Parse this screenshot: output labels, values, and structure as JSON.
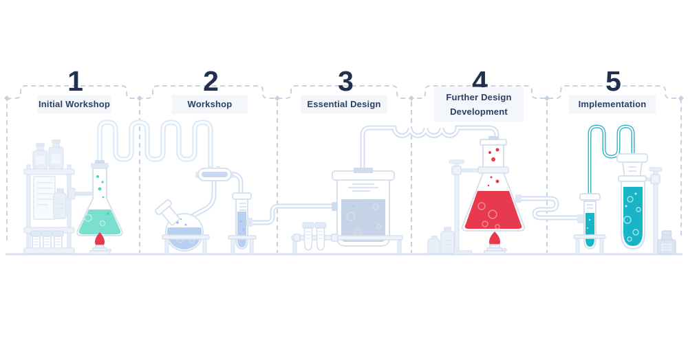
{
  "figure": {
    "kind": "process-infographic",
    "theme": "chemistry-lab-pipeline"
  },
  "stages": [
    {
      "number": "1",
      "label": "Initial Workshop",
      "icons": [
        "shelf-icon",
        "bottle-icon",
        "paper-sheet-icon",
        "vial-icon",
        "erlenmeyer-flask-icon",
        "coil-tube-icon",
        "burner-flame-icon"
      ],
      "liquid_color": "#7adfcf"
    },
    {
      "number": "2",
      "label": "Workshop",
      "icons": [
        "condenser-icon",
        "round-bottom-flask-icon",
        "test-tube-icon"
      ],
      "liquid_color": "#b9cff2"
    },
    {
      "number": "3",
      "label": "Essential Design",
      "icons": [
        "beaker-icon",
        "test-tube-rack-icon"
      ],
      "liquid_color": "#c6d3e6"
    },
    {
      "number": "4",
      "label": "Further Design Development",
      "icons": [
        "stand-clamp-icon",
        "erlenmeyer-flask-icon",
        "burner-flame-icon",
        "jar-icon"
      ],
      "liquid_color": "#e83a4e"
    },
    {
      "number": "5",
      "label": "Implementation",
      "icons": [
        "graduated-cylinder-icon",
        "teal-tube-icon",
        "large-test-tube-icon",
        "stand-clamp-icon",
        "weight-jar-icon"
      ],
      "liquid_color": "#18b5c6"
    }
  ],
  "colors": {
    "number_navy": "#22304f",
    "label_navy": "#2c3e63",
    "chip_bg": "#f3f7fc",
    "border_dash": "#c7d3e2",
    "outline": "#d7e1f0",
    "flame": "#e83a4e",
    "ground": "#d8e1ee"
  }
}
